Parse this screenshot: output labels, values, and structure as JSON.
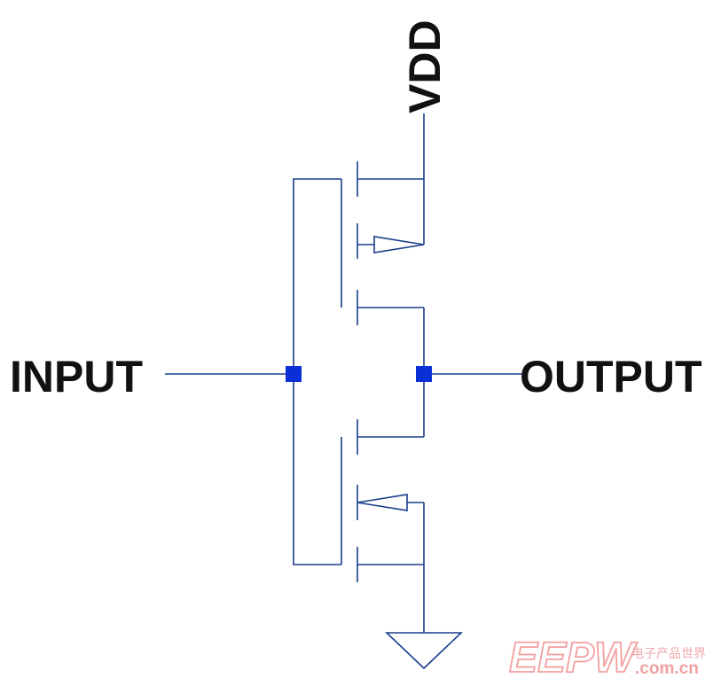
{
  "labels": {
    "vdd": "VDD",
    "input": "INPUT",
    "output": "OUTPUT"
  },
  "watermark": {
    "logo": "EEPW",
    "chinese": "电子产品世界",
    "url": ".com.cn"
  },
  "colors": {
    "wire": "#1a3e8c",
    "junction": "#0a2fd6",
    "label": "#111111",
    "watermark": "#f2a0a0"
  }
}
